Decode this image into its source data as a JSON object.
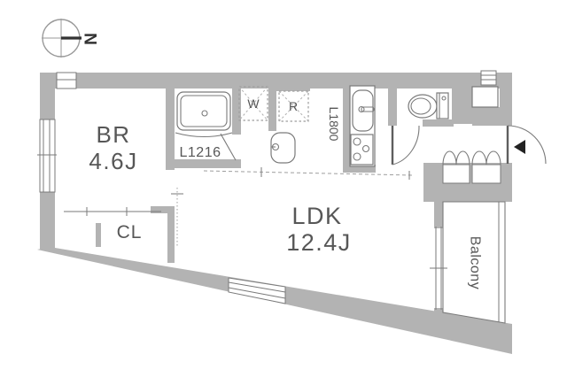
{
  "document": {
    "type": "apartment-floor-plan"
  },
  "compass": {
    "north_label": "N"
  },
  "rooms": {
    "bedroom": {
      "name": "BR",
      "area": "4.6J"
    },
    "living": {
      "name": "LDK",
      "area": "12.4J"
    },
    "closet": {
      "label": "CL"
    },
    "bathroom": {
      "label": "L1216"
    },
    "kitchen": {
      "label": "L1800"
    },
    "washer_space": {
      "label": "W"
    },
    "fridge_space": {
      "label": "R"
    },
    "balcony": {
      "label": "Balcony"
    }
  },
  "colors": {
    "wall": "#b3b3b3",
    "line": "#7a7a7a",
    "text": "#575757",
    "entry_marker": "#222222",
    "background": "#ffffff"
  }
}
